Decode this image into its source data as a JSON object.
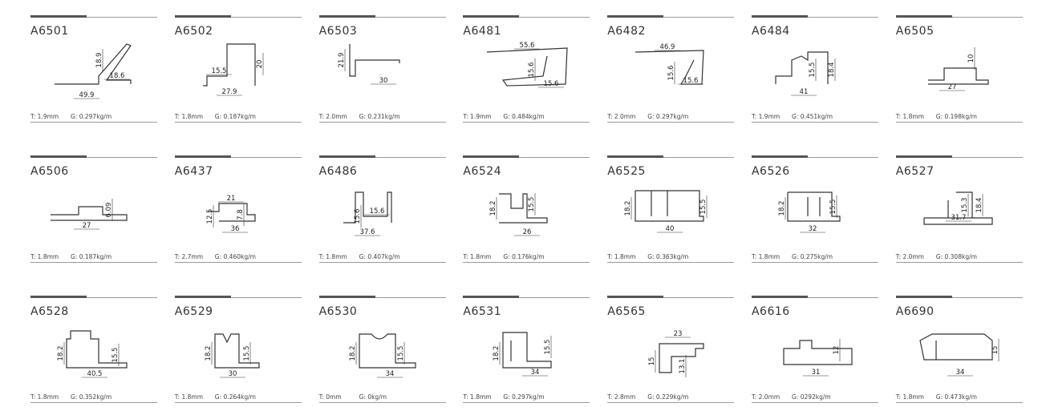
{
  "profiles": [
    {
      "code": "A6501",
      "t": "T: 1.9mm",
      "g": "G: 0.297kg/m",
      "dims": [
        "18.9",
        "18.6",
        "49.9"
      ]
    },
    {
      "code": "A6502",
      "t": "T: 1.8mm",
      "g": "G: 0.187kg/m",
      "dims": [
        "15.5",
        "20",
        "27.9"
      ]
    },
    {
      "code": "A6503",
      "t": "T: 2.0mm",
      "g": "G: 0.231kg/m",
      "dims": [
        "21.9",
        "30"
      ]
    },
    {
      "code": "A6481",
      "t": "T: 1.9mm",
      "g": "G: 0.484kg/m",
      "dims": [
        "55.6",
        "15.6",
        "15.6"
      ]
    },
    {
      "code": "A6482",
      "t": "T: 2.0mm",
      "g": "G: 0.297kg/m",
      "dims": [
        "46.9",
        "15.6",
        "15.6"
      ]
    },
    {
      "code": "A6484",
      "t": "T: 1.9mm",
      "g": "G: 0.451kg/m",
      "dims": [
        "15.5",
        "18.4",
        "41"
      ]
    },
    {
      "code": "A6505",
      "t": "T: 1.8mm",
      "g": "G: 0.198kg/m",
      "dims": [
        "10",
        "27"
      ]
    },
    {
      "code": "A6506",
      "t": "T: 1.8mm",
      "g": "G: 0.187kg/m",
      "dims": [
        "6.09",
        "27"
      ]
    },
    {
      "code": "A6437",
      "t": "T: 2.7mm",
      "g": "G: 0.460kg/m",
      "dims": [
        "21",
        "12.5",
        "7.8",
        "36"
      ]
    },
    {
      "code": "A6486",
      "t": "T: 1.8mm",
      "g": "G: 0.407kg/m",
      "dims": [
        "15.6",
        "15.6",
        "37.6"
      ]
    },
    {
      "code": "A6524",
      "t": "T: 1.8mm",
      "g": "G: 0.176kg/m",
      "dims": [
        "18.2",
        "15.5",
        "26"
      ]
    },
    {
      "code": "A6525",
      "t": "T: 1.8mm",
      "g": "G: 0.363kg/m",
      "dims": [
        "18.2",
        "15.5",
        "40"
      ]
    },
    {
      "code": "A6526",
      "t": "T: 1.8mm",
      "g": "G: 0.275kg/m",
      "dims": [
        "18.2",
        "15.5",
        "32"
      ]
    },
    {
      "code": "A6527",
      "t": "T: 2.0mm",
      "g": "G: 0.308kg/m",
      "dims": [
        "15.3",
        "18.4",
        "31.7"
      ]
    },
    {
      "code": "A6528",
      "t": "T: 1.8mm",
      "g": "G: 0.352kg/m",
      "dims": [
        "18.2",
        "15.5",
        "40.5"
      ]
    },
    {
      "code": "A6529",
      "t": "T: 1.8mm",
      "g": "G: 0.264kg/m",
      "dims": [
        "18.2",
        "15.5",
        "30"
      ]
    },
    {
      "code": "A6530",
      "t": "T: 0mm",
      "g": "G: 0kg/m",
      "dims": [
        "18.2",
        "15.5",
        "34"
      ]
    },
    {
      "code": "A6531",
      "t": "T: 1.8mm",
      "g": "G: 0.297kg/m",
      "dims": [
        "18.2",
        "15.5",
        "34"
      ]
    },
    {
      "code": "A6565",
      "t": "T: 2.8mm",
      "g": "G: 0.229kg/m",
      "dims": [
        "23",
        "15",
        "13.1"
      ]
    },
    {
      "code": "A6616",
      "t": "T: 2.0mm",
      "g": "G: 0292kg/m",
      "dims": [
        "12",
        "31"
      ]
    },
    {
      "code": "A6690",
      "t": "T: 1.8mm",
      "g": "G: 0.473kg/m",
      "dims": [
        "15",
        "34"
      ]
    }
  ],
  "colors": {
    "line": "#333333",
    "rule": "#9a9a9a",
    "accent": "#555555"
  }
}
